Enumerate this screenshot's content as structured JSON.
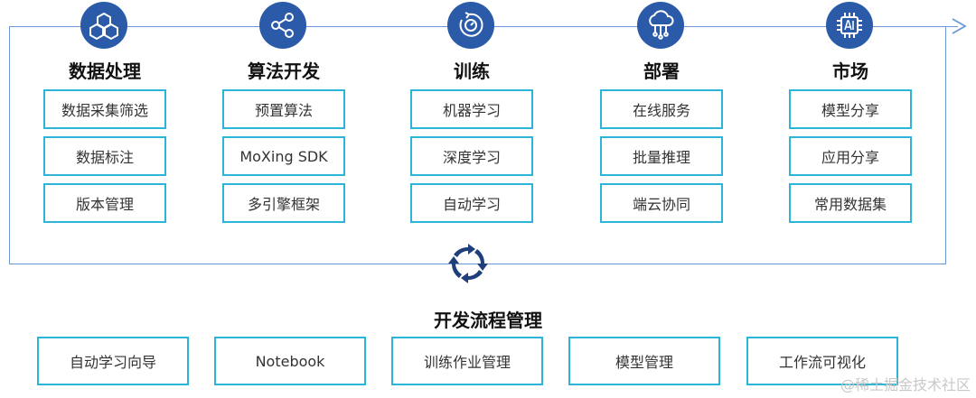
{
  "stages": [
    {
      "title": "数据处理",
      "icon": "molecule-icon",
      "items": [
        "数据采集筛选",
        "数据标注",
        "版本管理"
      ]
    },
    {
      "title": "算法开发",
      "icon": "share-nodes-icon",
      "items": [
        "预置算法",
        "MoXing SDK",
        "多引擎框架"
      ]
    },
    {
      "title": "训练",
      "icon": "training-cycle-icon",
      "items": [
        "机器学习",
        "深度学习",
        "自动学习"
      ]
    },
    {
      "title": "部署",
      "icon": "cloud-deploy-icon",
      "items": [
        "在线服务",
        "批量推理",
        "端云协同"
      ]
    },
    {
      "title": "市场",
      "icon": "ai-chip-icon",
      "items": [
        "模型分享",
        "应用分享",
        "常用数据集"
      ]
    }
  ],
  "cycle_icon": "refresh-cycle-icon",
  "flow": {
    "title": "开发流程管理",
    "items": [
      "自动学习向导",
      "Notebook",
      "训练作业管理",
      "模型管理",
      "工作流可视化"
    ]
  },
  "watermark": "@稀土掘金技术社区",
  "colors": {
    "accent": "#2a5aa8",
    "box_border": "#2bb5d6",
    "frame_line": "#6b98d4"
  }
}
